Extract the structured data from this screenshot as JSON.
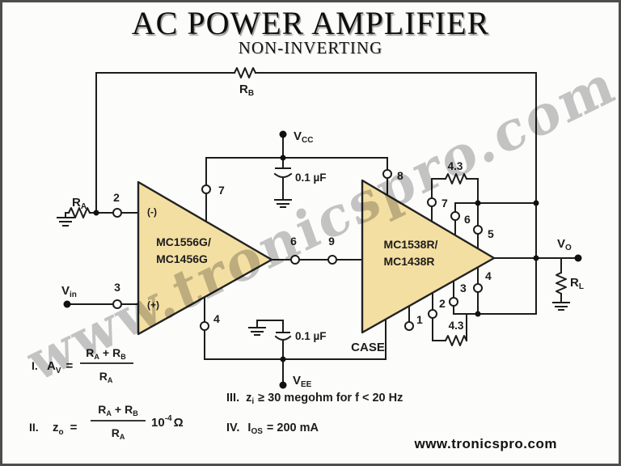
{
  "colors": {
    "line": "#1c1c1c",
    "opamp_fill": "#f4dfa2",
    "chip_text": "#45371b",
    "watermark": "#c6c6c6"
  },
  "header": {
    "title": "AC POWER AMPLIFIER",
    "subtitle": "NON-INVERTING"
  },
  "watermark": {
    "text": "www.tronicspro.com"
  },
  "footer": {
    "site": "www.tronicspro.com"
  },
  "opamp1": {
    "line1": "MC1556G/",
    "line2": "MC1456G",
    "inv_label": "(-)",
    "noninv_label": "(+)"
  },
  "opamp2": {
    "line1": "MC1538R/",
    "line2": "MC1438R",
    "case_label": "CASE"
  },
  "components": {
    "ra": {
      "base": "R",
      "sub": "A"
    },
    "rb": {
      "base": "R",
      "sub": "B"
    },
    "rl": {
      "base": "R",
      "sub": "L"
    },
    "r43_top": "4.3",
    "r43_bottom": "4.3",
    "cap_top": "0.1 µF",
    "cap_bottom": "0.1 µF"
  },
  "supplies": {
    "vcc": {
      "base": "V",
      "sub": "CC"
    },
    "vee": {
      "base": "V",
      "sub": "EE"
    },
    "vin": {
      "base": "V",
      "sub": "in"
    },
    "vo": {
      "base": "V",
      "sub": "O"
    }
  },
  "pins": {
    "op1_p2": "2",
    "op1_p3": "3",
    "op1_p7": "7",
    "op1_p4": "4",
    "op1_p6": "6",
    "op2_p9": "9",
    "op2_p8": "8",
    "op2_p7": "7",
    "op2_p6": "6",
    "op2_p5": "5",
    "op2_p4": "4",
    "op2_p3": "3",
    "op2_p2": "2",
    "op2_p1": "1"
  },
  "formulas": {
    "rarb": {
      "r1": "R",
      "r1s": "A",
      "plus": "+",
      "r2": "R",
      "r2s": "B",
      "dr": "R",
      "drs": "A"
    },
    "f1": {
      "idx": "I.",
      "lhs": "A",
      "sub": "V",
      "eq": "="
    },
    "f2": {
      "idx": "II.",
      "lhs": "z",
      "sub": "o",
      "eq": "=",
      "factor": "10",
      "exp": "-4",
      "unit": "Ω"
    },
    "f3": {
      "idx": "III.",
      "lhs": "z",
      "sub": "i",
      "rest": "≥ 30 megohm for f < 20 Hz"
    },
    "f4": {
      "idx": "IV.",
      "lhs": "I",
      "sub": "OS",
      "rest": "= 200 mA"
    }
  }
}
